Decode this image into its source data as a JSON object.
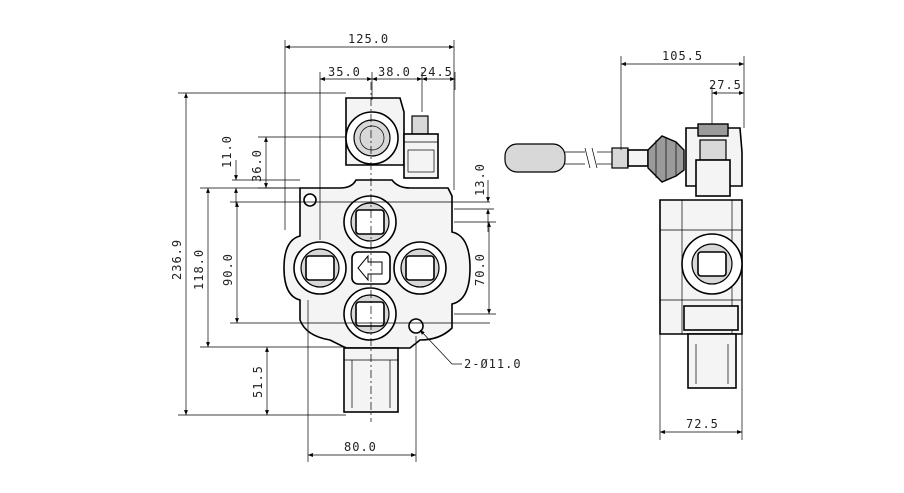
{
  "dimensions": {
    "top_width": "125.0",
    "top_a": "35.0",
    "top_b": "38.0",
    "top_c": "24.5",
    "left_small": "11.0",
    "left_36": "36.0",
    "left_total": "236.9",
    "left_118": "118.0",
    "left_90": "90.0",
    "left_51": "51.5",
    "right_13": "13.0",
    "right_70": "70.0",
    "holes": "2-Ø11.0",
    "bottom_80": "80.0",
    "side_top": "105.5",
    "side_small": "27.5",
    "side_bottom": "72.5"
  }
}
